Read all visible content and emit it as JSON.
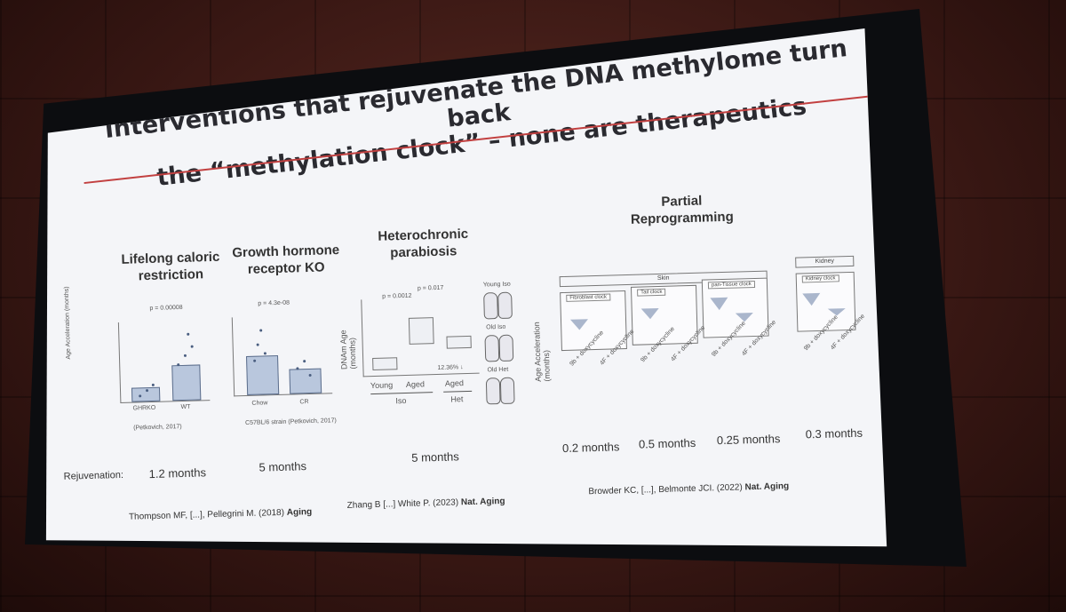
{
  "slide": {
    "title_line1": "Interventions that rejuvenate the DNA methylome turn back",
    "title_line2": "the “methylation clock” – none are therapeutics"
  },
  "columns": {
    "caloric_restriction": {
      "header": "Lifelong caloric restriction",
      "y_axis": "Age Acceleration (months)",
      "p_value": "p = 0.00008",
      "categories": [
        "GHRKO",
        "WT"
      ],
      "source_note": "(Petkovich, 2017)"
    },
    "growth_hormone": {
      "header": "Growth hormone receptor KO",
      "p_value": "p = 4.3e-08",
      "categories": [
        "Chow",
        "CR"
      ],
      "source_note": "C57BL/6 strain (Petkovich, 2017)"
    },
    "parabiosis": {
      "header": "Heterochronic parabiosis",
      "y_axis": "DNAm Age (months)",
      "p_values": [
        "p = 0.0012",
        "p = 0.017"
      ],
      "annotation": "12.36% ↓",
      "categories": [
        "Young",
        "Aged",
        "Aged"
      ],
      "groups": [
        "Iso",
        "Het"
      ],
      "mouse_labels": [
        "Young Iso",
        "Old Iso",
        "Old Het"
      ]
    },
    "reprogramming": {
      "header": "Partial Reprogramming",
      "y_axis": "Age Acceleration (months)",
      "group_skin": "Skin",
      "group_kidney": "Kidney",
      "panels": [
        "Fibroblast clock",
        "Tail clock",
        "pan-Tissue clock",
        "Kidney clock"
      ],
      "x_labels": [
        "9b + doxycycline",
        "4F + doxycycline"
      ]
    }
  },
  "rejuvenation": {
    "label": "Rejuvenation:",
    "values": [
      "1.2 months",
      "5 months",
      "5 months",
      "0.2 months",
      "0.5 months",
      "0.25 months",
      "0.3 months"
    ]
  },
  "references": {
    "ref1_authors": "Thompson MF, [...], Pellegrini M. (2018)",
    "ref1_journal": "Aging",
    "ref2_authors": "Zhang B [...] White P. (2023)",
    "ref2_journal": "Nat. Aging",
    "ref3_authors": "Browder KC, [...], Belmonte JCI. (2022)",
    "ref3_journal": "Nat. Aging"
  }
}
